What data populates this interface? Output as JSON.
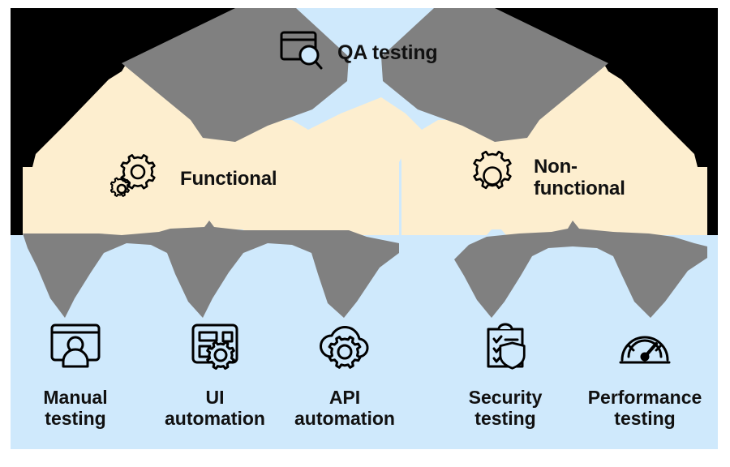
{
  "diagram": {
    "type": "hierarchy-mindmap",
    "title": "QA testing",
    "palette": {
      "background": "#ffffff",
      "panel": "#cfe9fc",
      "branch": "#fdeecf",
      "connector": "#808080",
      "accent": "#000000",
      "text": "#111111"
    },
    "root": {
      "label": "QA testing",
      "icon": "browser-window-search-icon"
    },
    "branches": [
      {
        "label": "Functional",
        "icon": "two-gears-icon",
        "children": [
          {
            "label": "Manual\ntesting",
            "icon": "monitor-person-icon"
          },
          {
            "label": "UI\nautomation",
            "icon": "dashboard-gear-icon"
          },
          {
            "label": "API\nautomation",
            "icon": "cloud-gear-icon"
          }
        ]
      },
      {
        "label": "Non-\nfunctional",
        "icon": "single-gear-icon",
        "children": [
          {
            "label": "Security\ntesting",
            "icon": "clipboard-shield-icon"
          },
          {
            "label": "Performance\ntesting",
            "icon": "speedometer-icon"
          }
        ]
      }
    ]
  }
}
